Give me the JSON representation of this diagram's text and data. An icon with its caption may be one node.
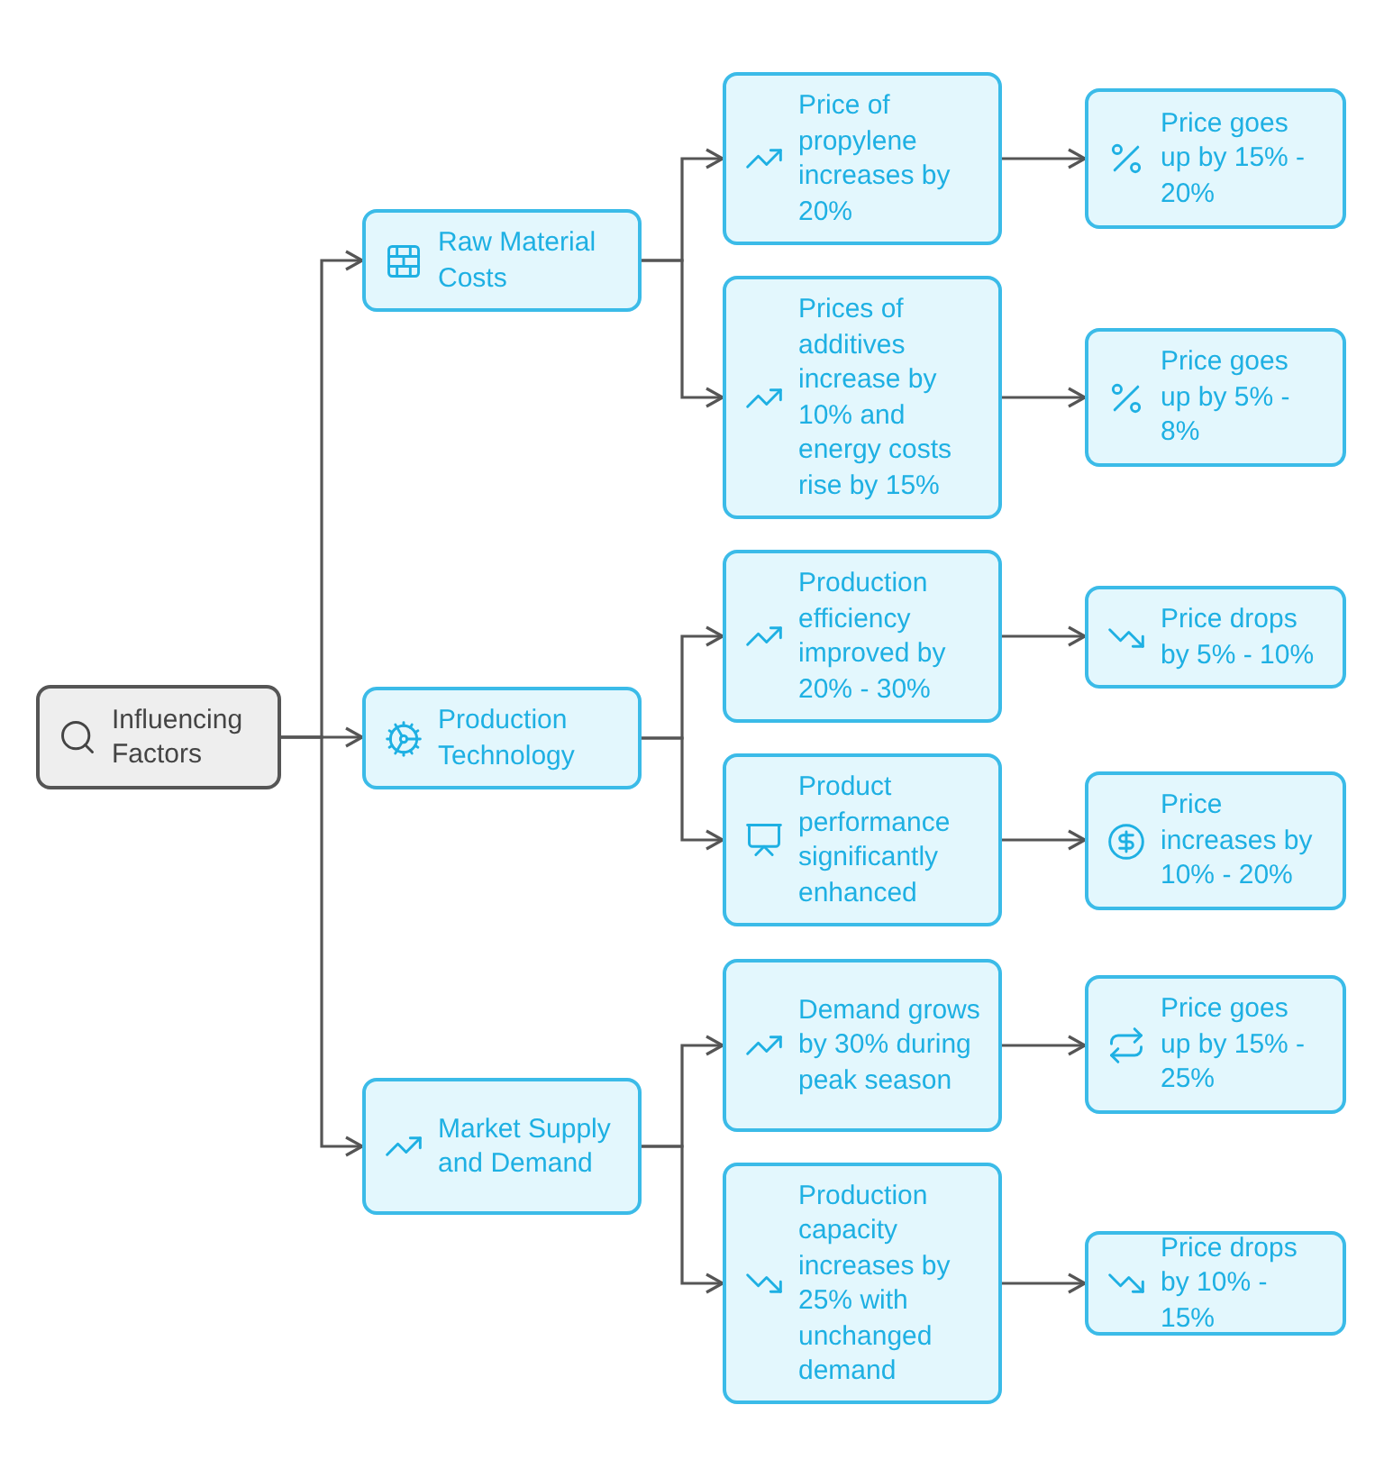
{
  "diagram": {
    "nodes": [
      {
        "text": [
          "Influencing Factors"
        ]
      },
      {
        "text": [
          "Raw Material Costs"
        ]
      },
      {
        "text": [
          "Production Technology"
        ]
      },
      {
        "text": [
          "Market Supply and Demand"
        ]
      },
      {
        "text": [
          "Price of propylene increases by 20%"
        ]
      },
      {
        "text": [
          "Prices of additives increase by 10% and energy costs rise by 15%"
        ]
      },
      {
        "text": [
          "Production efficiency improved by 20% - 30%"
        ]
      },
      {
        "text": [
          "Product performance significantly enhanced"
        ]
      },
      {
        "text": [
          "Demand grows by 30% during peak season"
        ]
      },
      {
        "text": [
          "Production capacity increases by 25% with unchanged demand"
        ]
      },
      {
        "text": [
          "Price goes up by 15% - 20%"
        ]
      },
      {
        "text": [
          "Price goes up by 5% - 8%"
        ]
      },
      {
        "text": [
          "Price drops by 5% - 10%"
        ]
      },
      {
        "text": [
          "Price increases by 10% - 20%"
        ]
      },
      {
        "text": [
          "Price goes up by 15% - 25%"
        ]
      },
      {
        "text": [
          "Price drops by 10% - 15%"
        ]
      }
    ],
    "edges": [
      {
        "from": 0,
        "to": 1,
        "arrow": "to"
      },
      {
        "from": 0,
        "to": 2,
        "arrow": "to"
      },
      {
        "from": 0,
        "to": 3,
        "arrow": "to"
      },
      {
        "from": 1,
        "to": 4,
        "arrow": "to"
      },
      {
        "from": 1,
        "to": 5,
        "arrow": "to"
      },
      {
        "from": 2,
        "to": 6,
        "arrow": "to"
      },
      {
        "from": 2,
        "to": 7,
        "arrow": "to"
      },
      {
        "from": 3,
        "to": 8,
        "arrow": "to"
      },
      {
        "from": 3,
        "to": 9,
        "arrow": "to"
      },
      {
        "from": 4,
        "to": 10,
        "arrow": "to"
      },
      {
        "from": 5,
        "to": 11,
        "arrow": "to"
      },
      {
        "from": 6,
        "to": 12,
        "arrow": "to"
      },
      {
        "from": 7,
        "to": 13,
        "arrow": "to"
      },
      {
        "from": 8,
        "to": 14,
        "arrow": "to"
      },
      {
        "from": 9,
        "to": 15,
        "arrow": "to"
      }
    ]
  }
}
